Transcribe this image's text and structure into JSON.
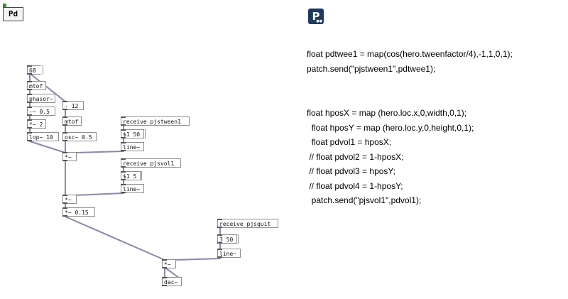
{
  "logos": {
    "pd": "Pd",
    "p5": "P"
  },
  "pd_objects": {
    "n68": "68",
    "mtof1": "mtof",
    "phasor": "phasor~",
    "minus05": "-~ 0.5",
    "minus12": "- 12",
    "times2": "*~ 2",
    "mtof2": "mtof",
    "lop": "lop~ 10",
    "osc": "osc~ 0.5",
    "rcv_tween": "receive pjstween1",
    "msg_tween": "$1 50",
    "line1": "line~",
    "mul1": "*~",
    "rcv_vol": "receive pjsvol1",
    "msg_vol": "$1 5",
    "line2": "line~",
    "mul2": "*~",
    "mul015": "*~ 0.15",
    "rcv_quit": "receive pjsquit",
    "msg_quit": "3 50",
    "line3": "line~",
    "mul3": "*~",
    "dac": "dac~"
  },
  "code": {
    "block1": [
      "float pdtwee1 = map(cos(hero.tweenfactor/4),-1,1,0,1);",
      "patch.send(\"pjstween1\",pdtwee1);"
    ],
    "block2": [
      "float hposX = map (hero.loc.x,0,width,0,1);",
      "  float hposY = map (hero.loc.y,0,height,0,1);",
      "  float pdvol1 = hposX;",
      " // float pdvol2 = 1-hposX;",
      " // float pdvol3 = hposY;",
      " // float pdvol4 = 1-hposY;",
      "  patch.send(\"pjsvol1\",pdvol1);"
    ]
  }
}
